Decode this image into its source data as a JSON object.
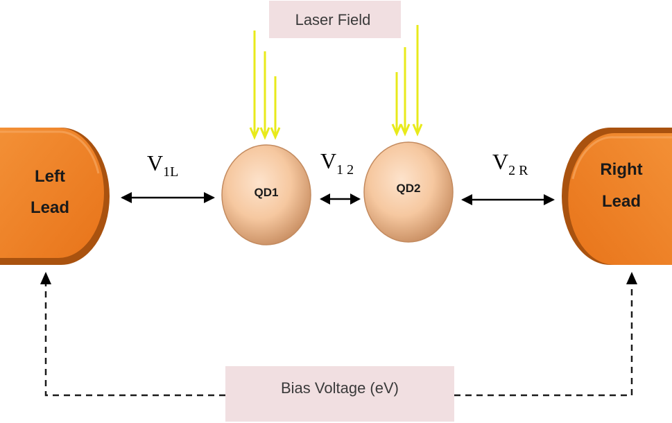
{
  "laser": {
    "label": "Laser Field"
  },
  "bias": {
    "label": "Bias Voltage (eV)"
  },
  "left_lead": {
    "line1": "Left",
    "line2": "Lead"
  },
  "right_lead": {
    "line1": "Right",
    "line2": "Lead"
  },
  "dots": {
    "qd1": "QD1",
    "qd2": "QD2"
  },
  "couplings": {
    "v1l": {
      "main": "V",
      "sub": "1L"
    },
    "v12": {
      "main": "V",
      "sub": "1 2"
    },
    "v2r": {
      "main": "V",
      "sub": "2 R"
    }
  },
  "colors": {
    "lead_face": "#f07d1f",
    "lead_edge": "#b85a12",
    "dot_fill": "#f6c8a0",
    "dot_edge": "#d49a6e",
    "laser": "#e8ea1a",
    "label_box": "#f1dfe1"
  }
}
